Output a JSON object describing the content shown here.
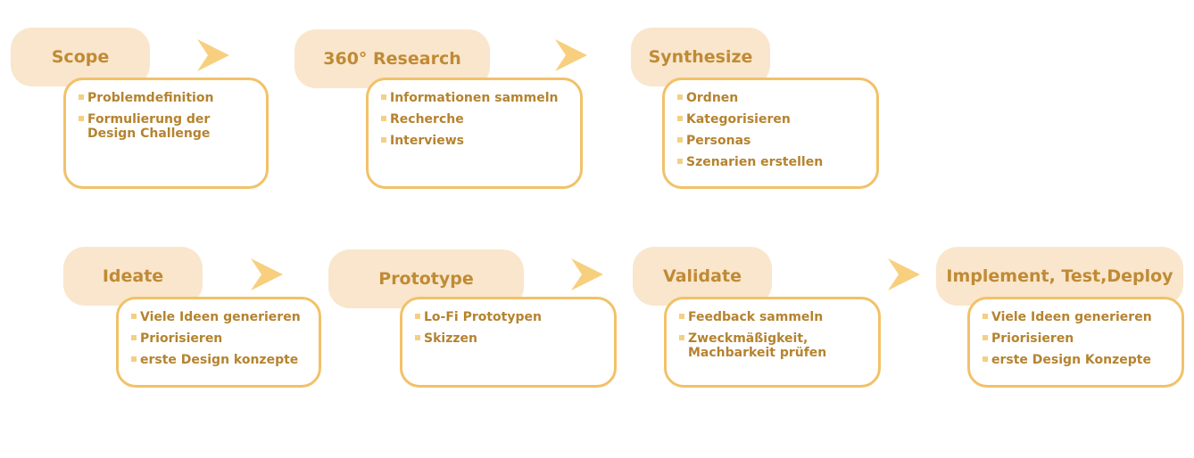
{
  "colors": {
    "pill_fill": "#f9e6cc",
    "title_text": "#c08a35",
    "box_border": "#f2c168",
    "item_text": "#b5832f",
    "bullet": "#f5cf83",
    "arrow": "#f7cf7e"
  },
  "steps": [
    {
      "title": "Scope",
      "items": [
        "Problemdefinition",
        "Formulierung der Design Challenge"
      ]
    },
    {
      "title": "360° Research",
      "items": [
        "Informationen sammeln",
        "Recherche",
        "Interviews"
      ]
    },
    {
      "title": "Synthesize",
      "items": [
        "Ordnen",
        "Kategorisieren",
        "Personas",
        "Szenarien erstellen"
      ]
    },
    {
      "title": "Ideate",
      "items": [
        "Viele Ideen generieren",
        "Priorisieren",
        "erste Design konzepte"
      ]
    },
    {
      "title": "Prototype",
      "items": [
        "Lo-Fi Prototypen",
        "Skizzen"
      ]
    },
    {
      "title": "Validate",
      "items": [
        "Feedback sammeln",
        "Zweckmäßigkeit, Machbarkeit prüfen"
      ]
    },
    {
      "title": "Implement, Test,Deploy",
      "items": [
        "Viele Ideen generieren",
        "Priorisieren",
        "erste Design Konzepte"
      ]
    }
  ],
  "arrows": [
    {
      "name": "arrow-right-icon"
    },
    {
      "name": "arrow-right-icon"
    },
    {
      "name": "arrow-right-icon"
    },
    {
      "name": "arrow-right-icon"
    },
    {
      "name": "arrow-right-icon"
    }
  ]
}
